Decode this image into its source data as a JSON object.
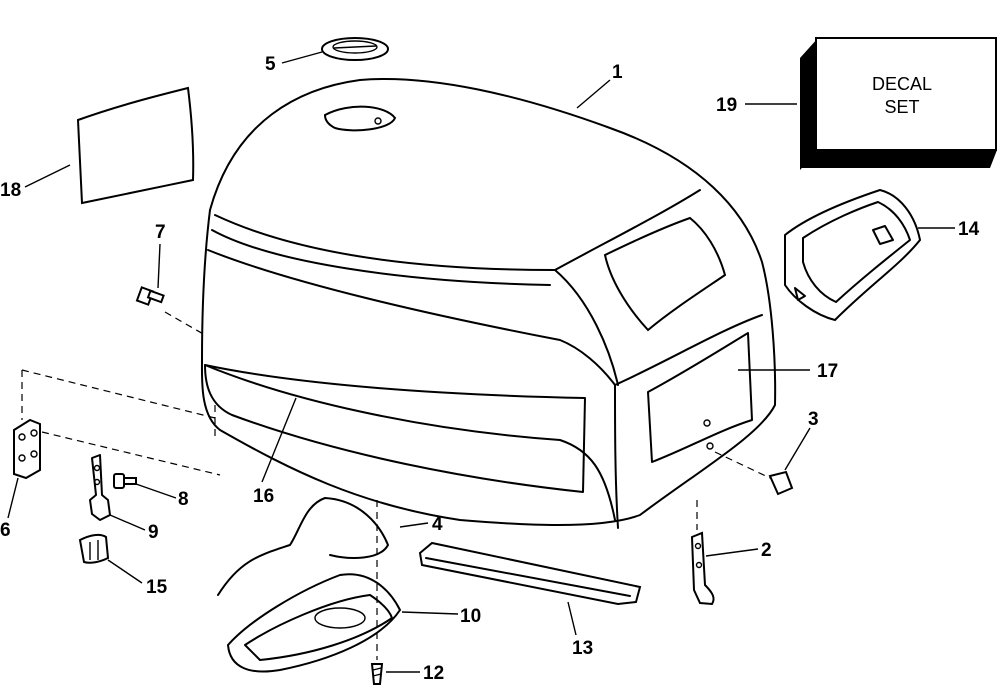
{
  "decal_box": {
    "line1": "DECAL",
    "line2": "SET"
  },
  "callouts": {
    "c1": "1",
    "c2": "2",
    "c3": "3",
    "c4": "4",
    "c5": "5",
    "c6": "6",
    "c7": "7",
    "c8": "8",
    "c9": "9",
    "c10": "10",
    "c12": "12",
    "c13": "13",
    "c14": "14",
    "c15": "15",
    "c16": "16",
    "c17": "17",
    "c18": "18",
    "c19": "19"
  }
}
